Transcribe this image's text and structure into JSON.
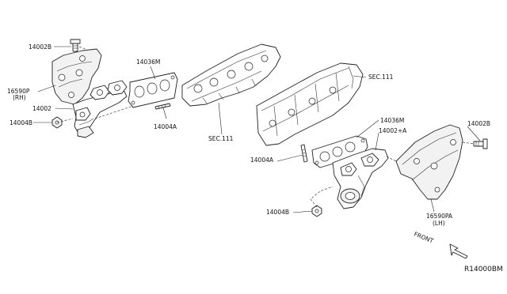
{
  "labels": {
    "p14002b_rh": "14002B",
    "p16590p": "16590P",
    "rh": "(RH)",
    "p14002_rh": "14002",
    "p14004b_rh": "14004B",
    "p14036m_rh": "14036M",
    "p14004a_rh": "14004A",
    "sec111_rh": "SEC.111",
    "sec111_lh": "SEC.111",
    "p14036m_lh": "14036M",
    "p14002a_lh": "14002+A",
    "p14004a_lh": "14004A",
    "p14002b_lh": "14002B",
    "p14004b_lh": "14004B",
    "p16590pa": "16590PA",
    "lh": "(LH)",
    "front": "FRONT"
  },
  "diagram_ref": "R14000BM",
  "icons": {
    "front_arrow": "front-direction-arrow"
  }
}
